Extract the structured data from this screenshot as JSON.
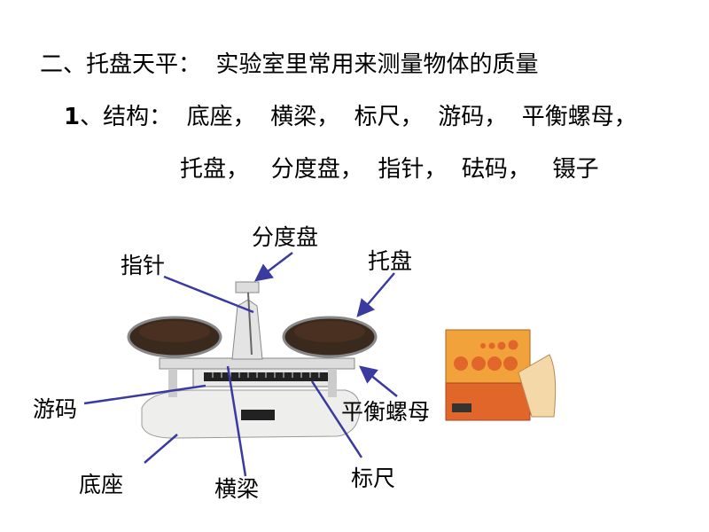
{
  "heading": {
    "line1": "二、托盘天平：  实验室里常用来测量物体的质量",
    "line2_num": "1",
    "line2": "、结构：  底座，  横梁，  标尺，  游码，  平衡螺母，",
    "line3": "托盘，   分度盘，  指针，  砝码，   镊子"
  },
  "labels": {
    "scale_plate": "分度盘",
    "pointer": "指针",
    "pan": "托盘",
    "rider": "游码",
    "balance_nut": "平衡螺母",
    "base": "底座",
    "beam": "横梁",
    "ruler": "标尺"
  },
  "colors": {
    "arrow": "#3a3aa0",
    "weight_box": "#f2a23a",
    "weight_box_bottom": "#e0662a"
  }
}
